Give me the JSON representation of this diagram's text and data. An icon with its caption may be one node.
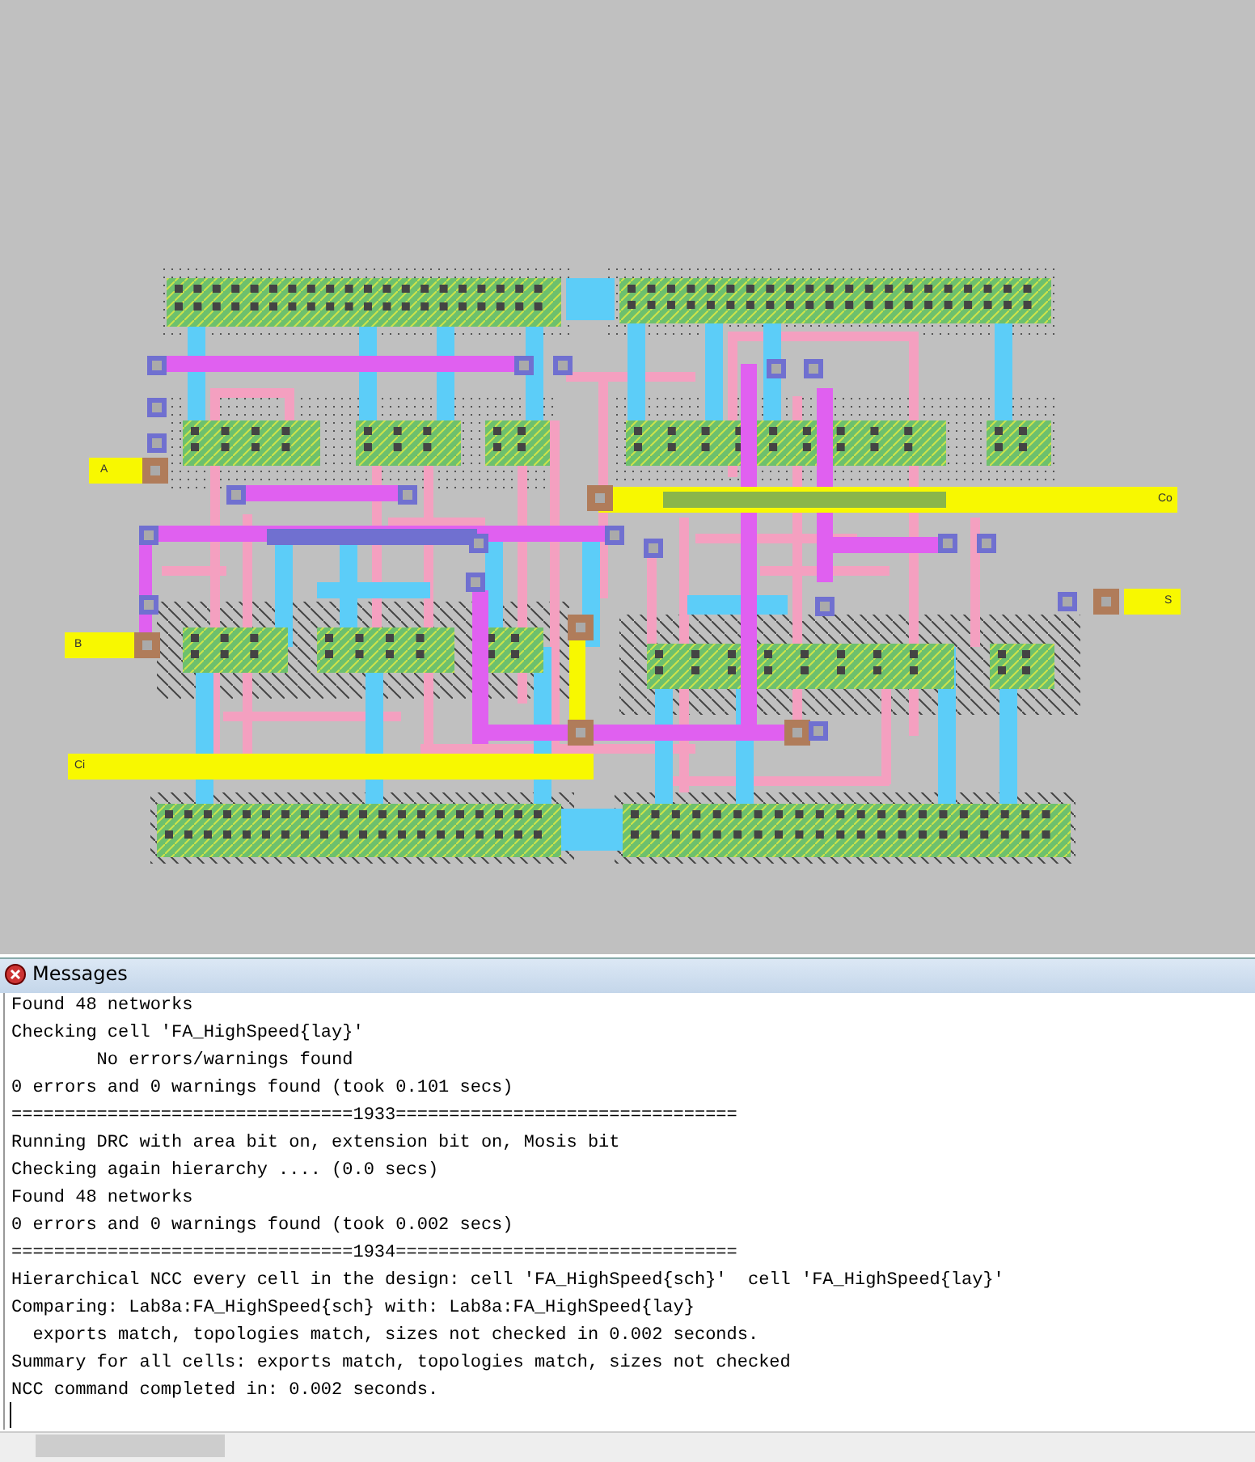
{
  "diagram": {
    "title": "Messages",
    "labels": [
      "A",
      "Co",
      "S",
      "B",
      "Ci",
      "Found 48 networks",
      "Checking cell 'FA_HighSpeed{lay}'",
      "        No errors/warnings found",
      "0 errors and 0 warnings found (took 0.101 secs)",
      "================================1933================================",
      "Running DRC with area bit on, extension bit on, Mosis bit",
      "Checking again hierarchy .... (0.0 secs)",
      "Found 48 networks",
      "0 errors and 0 warnings found (took 0.002 secs)",
      "================================1934================================",
      "Hierarchical NCC every cell in the design: cell 'FA_HighSpeed{sch}'  cell 'FA_HighSpeed{lay}'",
      "Comparing: Lab8a:FA_HighSpeed{sch} with: Lab8a:FA_HighSpeed{lay}",
      "  exports match, topologies match, sizes not checked in 0.002 seconds.",
      "Summary for all cells: exports match, topologies match, sizes not checked",
      "NCC command completed in: 0.002 seconds."
    ]
  }
}
